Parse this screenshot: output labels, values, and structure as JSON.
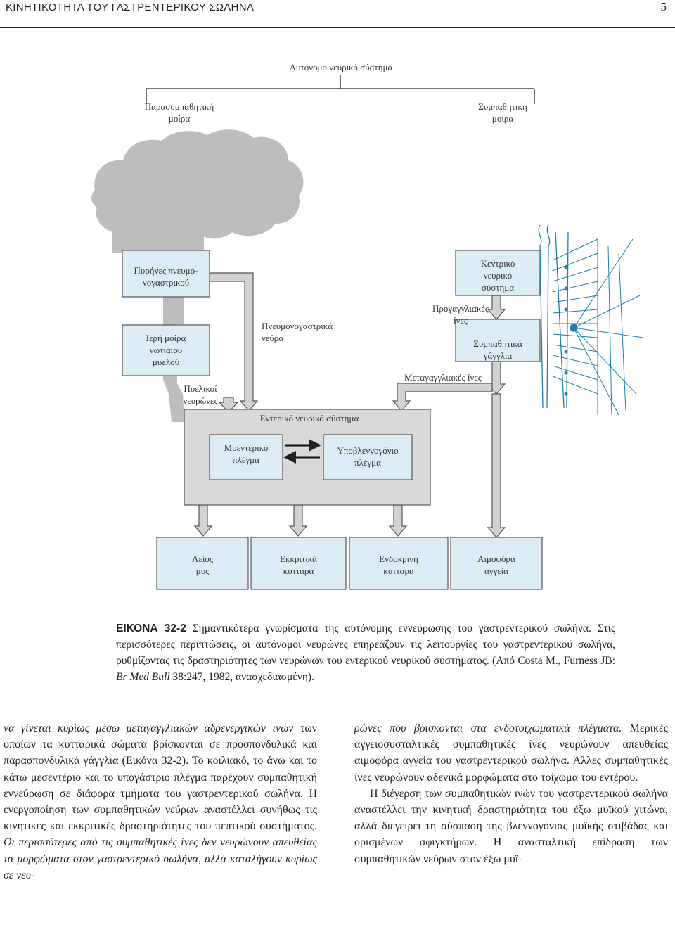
{
  "header": {
    "running_title": "ΚΙΝΗΤΙΚΟΤΗΤΑ ΤΟΥ ΓΑΣΤΡΕΝΤΕΡΙΚΟΥ ΣΩΛΗΝΑ",
    "page_number": "5"
  },
  "figure": {
    "ans_title": "Αυτόνομο νευρικό σύστημα",
    "parasympathetic": [
      "Παρασυμπαθητική",
      "μοίρα"
    ],
    "sympathetic": [
      "Συμπαθητική",
      "μοίρα"
    ],
    "vagal_nuclei": [
      "Πυρήνες πνευμο-",
      "νογαστρικού"
    ],
    "sacral_cord": [
      "Ιερή μοίρα",
      "νωτιαίου",
      "μυελού"
    ],
    "pelvic_nerves": [
      "Πυελικοί",
      "νευρώνες"
    ],
    "vagus_nerves": [
      "Πνευμονογαστρικά",
      "νεύρα"
    ],
    "preganglionic": [
      "Προγαγγλιακές",
      "ίνες"
    ],
    "cns": [
      "Κεντρικό",
      "νευρικό",
      "σύστημα"
    ],
    "symp_ganglia": [
      "Συμπαθητικά",
      "γάγγλια"
    ],
    "postganglionic": "Μεταγαγγλιακές ίνες",
    "ens_title": "Εντερικό νευρικό σύστημα",
    "myenteric": [
      "Μυεντερικό",
      "πλέγμα"
    ],
    "submucosal": [
      "Υποβλεννογόνιο",
      "πλέγμα"
    ],
    "targets": [
      [
        "Λείος",
        "μυς"
      ],
      [
        "Εκκριτικά",
        "κύτταρα"
      ],
      [
        "Ενδοκρινή",
        "κύτταρα"
      ],
      [
        "Αιμοφόρα",
        "αγγεία"
      ]
    ],
    "colors": {
      "box_fill": "#dcecf5",
      "ens_fill": "#d9d9d9",
      "brain_fill": "#bdbdbd",
      "cord_blue": "#1f7fb0"
    }
  },
  "caption": {
    "label": "ΕΙΚΟΝΑ 32-2",
    "text": "Σημαντικότερα γνωρίσματα της αυτόνομης εννεύρωσης του γαστρεντερικού σωλήνα. Στις περισσότερες περιπτώσεις, οι αυτόνομοι νευρώνες επηρεάζουν τις λειτουργίες του γαστρεντερικού σωλήνα, ρυθμίζοντας τις δραστηριότητες των νευρώνων του εντερικού νευρικού συστήματος. (Από Costa M., Furness JB: ",
    "journal": "Br Med Bull",
    "tail": " 38:247, 1982, ανασχεδιασμένη)."
  },
  "body": {
    "col1_italic_start": "να γίνεται κυρίως μέσω μεταγαγγλιακών αδρενεργικών ινών",
    "col1_regular": " των οποίων τα κυτταρικά σώματα βρίσκονται σε προσπονδυλικά και παρασπονδυλικά γάγγλια (Εικόνα 32-2). Το κοιλιακό, το άνω και το κάτω μεσεντέριο και το υπογάστριο πλέγμα παρέχουν συμπαθητική εννεύρωση σε διάφορα τμήματα του γαστρεντερικού σωλήνα. Η ενεργοποίηση των συμπαθητικών νεύρων αναστέλλει συνήθως τις κινητικές και εκκριτικές δραστηριότητες του πεπτικού συστήματος. ",
    "col1_italic_end": "Οι περισσότερες από τις συμπαθητικές ίνες δεν νευρώνουν απευθείας τα μορφώματα στον γαστρεντερικό σωλήνα, αλλά καταλήγουν κυρίως σε νευ-",
    "col2_italic_start": "ρώνες που βρίσκονται στα ενδοτοιχωματικά πλέγματα.",
    "col2_regular": " Μερικές αγγειοσυσταλτικές συμπαθητικές ίνες νευρώνουν απευθείας αιμοφόρα αγγεία του γαστρεντερικού σωλήνα. Άλλες συμπαθητικές ίνες νευρώνουν αδενικά μορφώματα στο τοίχωμα του εντέρου.",
    "col2_para2": "Η διέγερση των συμπαθητικών ινών του γαστρεντερικού σωλήνα αναστέλλει την κινητική δραστηριότητα του έξω μυϊκού χιτώνα, αλλά διεγείρει τη σύσπαση της βλεννογόνιας μυϊκής στιβάδας και ορισμένων σφιγκτήρων. Η ανασταλτική επίδραση των συμπαθητικών νεύρων στον έξω μυϊ-"
  }
}
